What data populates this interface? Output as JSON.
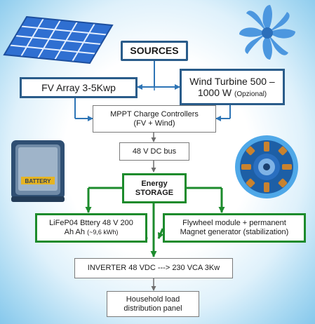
{
  "sources": {
    "label": "SOURCES"
  },
  "pv_array": {
    "label": "FV Array 3-5Kwp"
  },
  "wind_turbine": {
    "label_main": "Wind Turbine 500 –",
    "label_line2": "1000 W",
    "label_note": "(Opzional)"
  },
  "mppt": {
    "line1": "MPPT Charge Controllers",
    "line2": "(FV + Wind)"
  },
  "dc_bus": {
    "label": "48 V DC bus"
  },
  "energy_storage": {
    "line1": "Energy",
    "line2": "STORAGE"
  },
  "battery": {
    "line1": "LiFeP04 Bttery 48 V 200",
    "line2_main": "Ah Ah",
    "line2_note": "(~9,6 kWh)",
    "icon_text": "BATTERY"
  },
  "flywheel": {
    "line1": "Flywheel module + permanent",
    "line2": "Magnet generator (stabilization)"
  },
  "inverter": {
    "label": "INVERTER 48 VDC ---> 230 VCA 3Kw"
  },
  "household": {
    "line1": "Household load",
    "line2": "distribution panel"
  },
  "colors": {
    "blue_arrow": "#2e75b6",
    "dark_blue_border": "#2a5c8a",
    "green": "#1c8b2c",
    "gray_arrow": "#6e6e6e"
  },
  "icons": [
    "solar-panel-icon",
    "wind-fan-icon",
    "battery-icon",
    "flywheel-generator-icon"
  ]
}
